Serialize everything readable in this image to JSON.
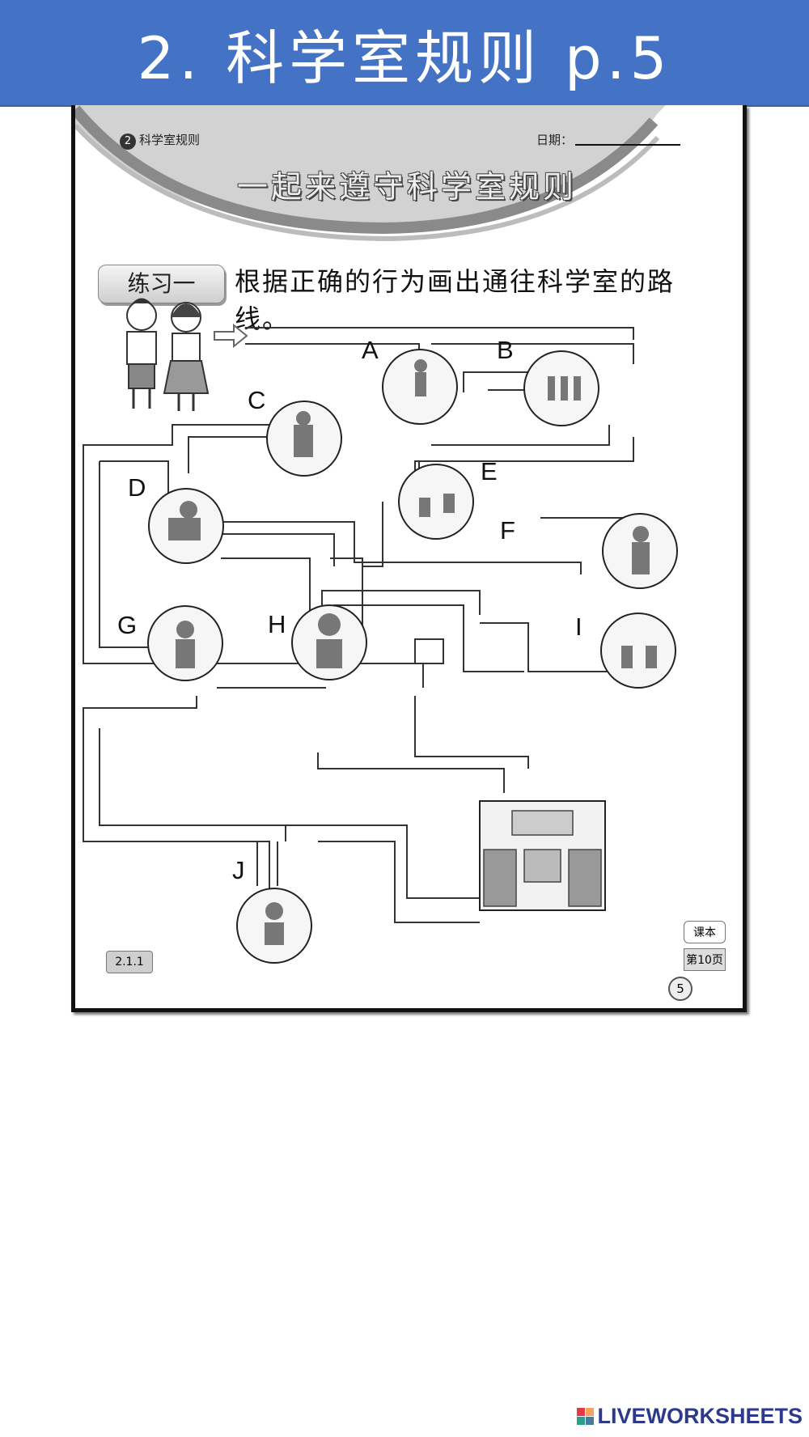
{
  "banner": {
    "title": "2. 科学室规则 p.5"
  },
  "worksheet": {
    "unit_number": "2",
    "unit_label": "科学室规则",
    "date_label": "日期：",
    "heading": "一起来遵守科学室规则",
    "exercise_tag": "练习一",
    "instruction": "根据正确的行为画出通往科学室的路线。",
    "maze_labels": [
      "A",
      "B",
      "C",
      "D",
      "E",
      "F",
      "G",
      "H",
      "I",
      "J"
    ],
    "reference_code": "2.1.1",
    "textbook_label": "课本",
    "textbook_page": "第10页",
    "page_number": "5"
  },
  "footer": {
    "brand": "LIVEWORKSHEETS",
    "logo_colors": [
      "#e63946",
      "#f4a261",
      "#2a9d8f",
      "#457b9d"
    ]
  }
}
